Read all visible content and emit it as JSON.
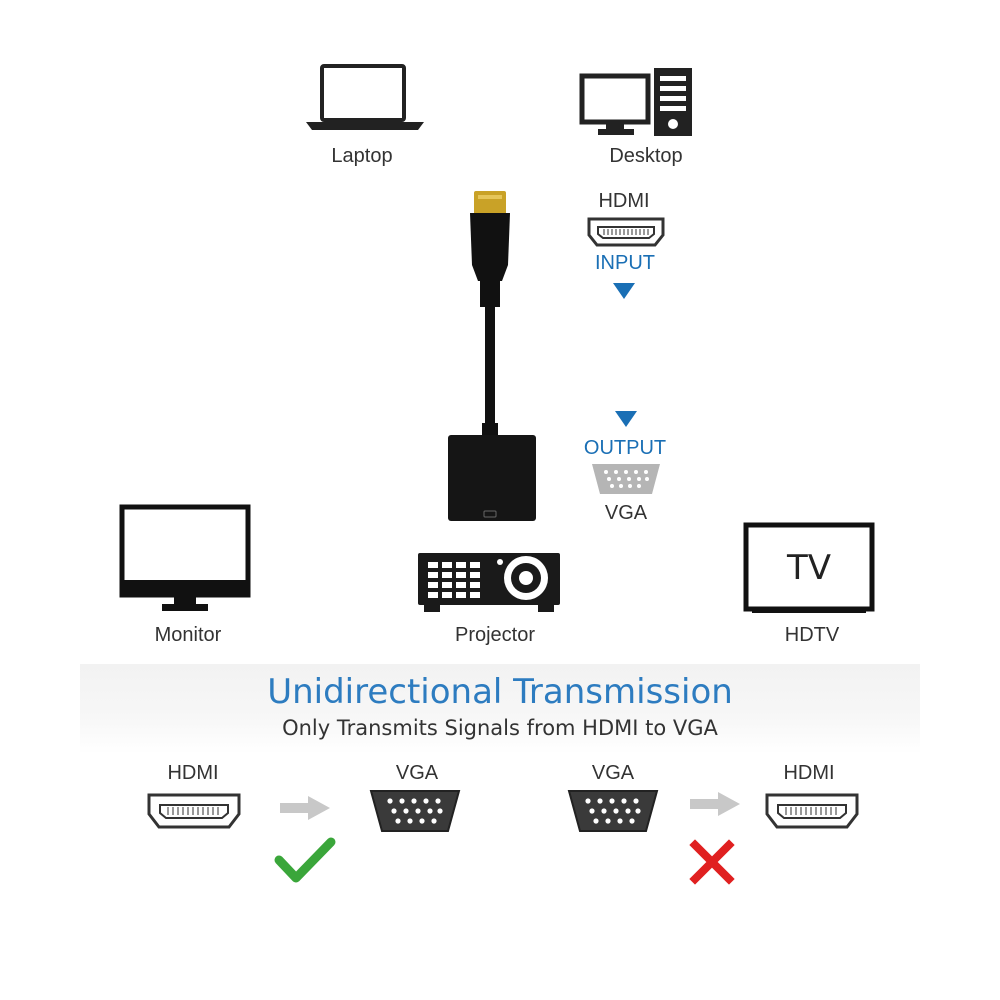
{
  "devices": {
    "laptop": "Laptop",
    "desktop": "Desktop",
    "monitor": "Monitor",
    "projector": "Projector",
    "hdtv": "HDTV",
    "tv_screen_text": "TV"
  },
  "adapter": {
    "input_port": "HDMI",
    "input_label": "INPUT",
    "output_label": "OUTPUT",
    "output_port": "VGA"
  },
  "transmission": {
    "title": "Unidirectional Transmission",
    "subtitle": "Only Transmits Signals from HDMI to VGA",
    "left_from": "HDMI",
    "left_to": "VGA",
    "right_from": "VGA",
    "right_to": "HDMI"
  },
  "colors": {
    "accent_blue": "#1a6fb5",
    "title_blue": "#2d7cc0",
    "check_green": "#3aa63a",
    "cross_red": "#e02020",
    "connector_gold": "#c9a227"
  },
  "icons": {
    "valid": "check-icon",
    "invalid": "cross-icon"
  }
}
